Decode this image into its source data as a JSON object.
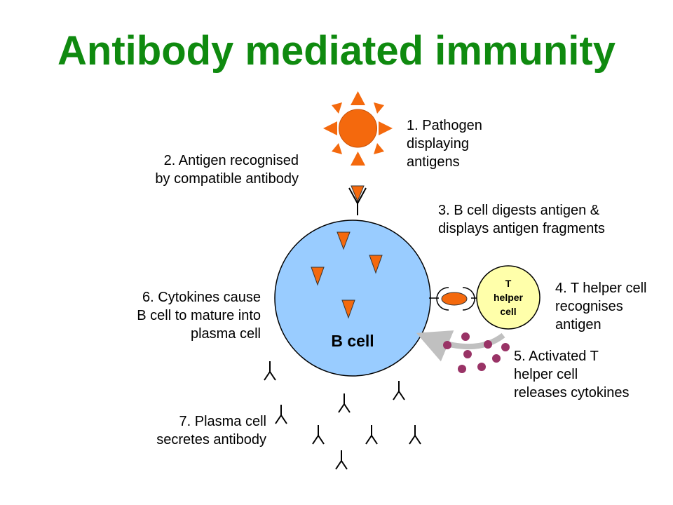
{
  "title": "Antibody mediated immunity",
  "labels": {
    "step1": [
      "1. Pathogen",
      "displaying",
      "antigens"
    ],
    "step2": [
      "2. Antigen recognised",
      "by compatible antibody"
    ],
    "step3": [
      "3. B cell digests antigen &",
      "displays antigen fragments"
    ],
    "step4": [
      "4. T helper cell",
      "recognises",
      "antigen"
    ],
    "step5": [
      "5. Activated T",
      "helper cell",
      "releases cytokines"
    ],
    "step6": [
      "6. Cytokines cause",
      "B cell to mature into",
      "plasma cell"
    ],
    "step7": [
      "7. Plasma cell",
      "secretes antibody"
    ],
    "b_cell": "B cell",
    "t_cell": [
      "T",
      "helper",
      "cell"
    ]
  },
  "colors": {
    "title": "#0f8a0f",
    "pathogen": "#f4690d",
    "antigen": "#f4690d",
    "b_cell_fill": "#99ccff",
    "t_cell_fill": "#ffffaa",
    "cytokine": "#993366",
    "arrow": "#c0c0c0"
  }
}
